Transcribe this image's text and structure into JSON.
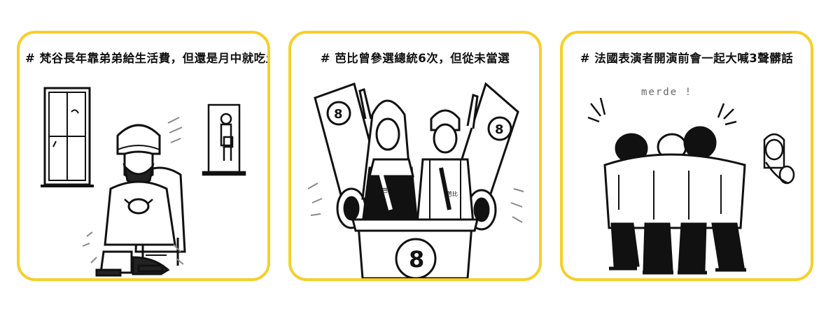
{
  "panels": [
    {
      "caption": "# 梵谷長年靠弟弟給生活費，但還是月中就吃土"
    },
    {
      "caption": "# 芭比曾參選總統6次，但從未當選",
      "badge_number": "8",
      "sash_text": "芭比"
    },
    {
      "caption": "# 法國表演者開演前會一起大喊3聲髒話",
      "shout": "merde !"
    }
  ]
}
